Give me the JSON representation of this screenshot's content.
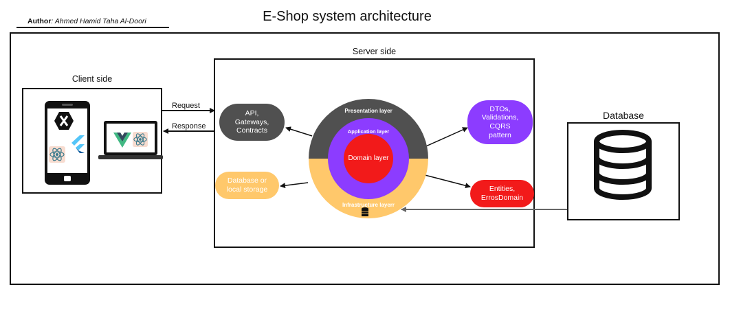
{
  "author": {
    "prefix": "Author",
    "name": ": Ahmed Hamid Taha Al-Doori"
  },
  "title": "E-Shop system architecture",
  "client": {
    "label": "Client side"
  },
  "server": {
    "label": "Server side"
  },
  "database": {
    "label": "Database"
  },
  "arrows": {
    "request": "Request",
    "response": "Response"
  },
  "layers": {
    "presentation": "Presentation layer",
    "application": "Application layer",
    "domain": "Domain layer",
    "infrastructure": "Infrastructure layerr"
  },
  "pills": {
    "api": "API,\nGateways,\nContracts",
    "storage": "Database or\nlocal storage",
    "dtos": "DTOs,\nValidations,\nCQRS\npattern",
    "entities": "Entities,\nErrosDomain"
  },
  "colors": {
    "presentation": "#505050",
    "infrastructure": "#ffc86b",
    "application": "#8c3cff",
    "domain": "#f21a1a",
    "vue_green": "#41b883",
    "vue_dark": "#34495e",
    "flutter_blue": "#54c5f8"
  },
  "icons": [
    "xamarin-icon",
    "flutter-icon",
    "react-icon",
    "vue-icon",
    "database-icon",
    "phone-icon",
    "laptop-icon"
  ]
}
